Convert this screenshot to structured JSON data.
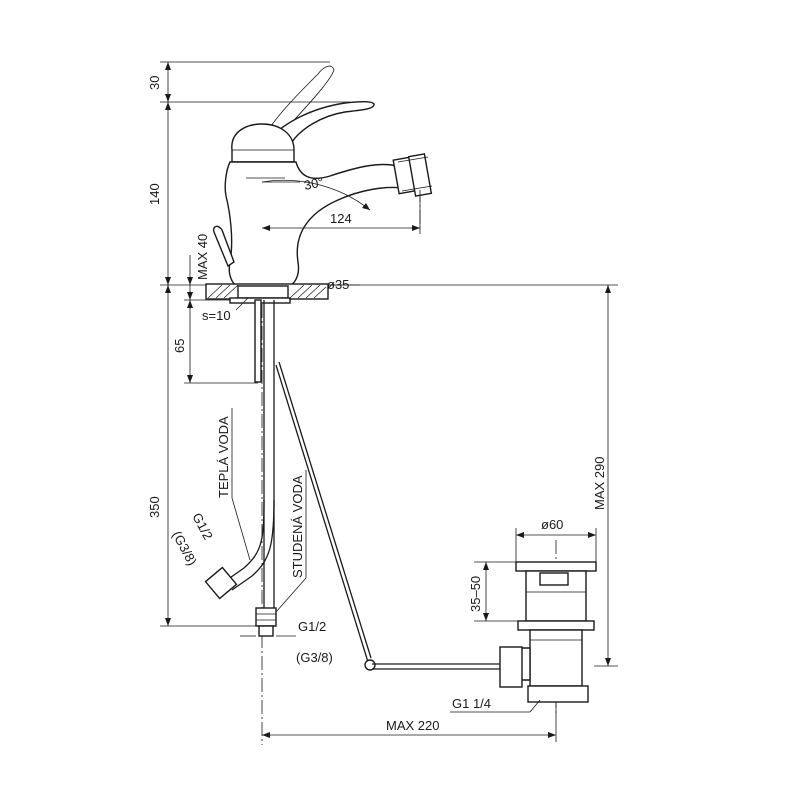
{
  "dimensions": {
    "handle_height": "30",
    "body_height": "140",
    "angle": "30°",
    "spout_reach": "124",
    "max_thickness": "MAX 40",
    "hole_diameter": "ø35",
    "thickness": "s=10",
    "threaded_rod": "65",
    "hose_length": "350",
    "max_drain_depth": "MAX 290",
    "drain_diameter": "ø60",
    "drain_range": "35–50",
    "max_drain_distance": "MAX 220"
  },
  "labels": {
    "hot_water": "TEPLÁ VODA",
    "cold_water": "STUDENÁ VODA",
    "hot_thread_main": "G1/2",
    "hot_thread_alt": "(G3/8)",
    "cold_thread_main": "G1/2",
    "cold_thread_alt": "(G3/8)",
    "drain_thread": "G1  1/4"
  }
}
